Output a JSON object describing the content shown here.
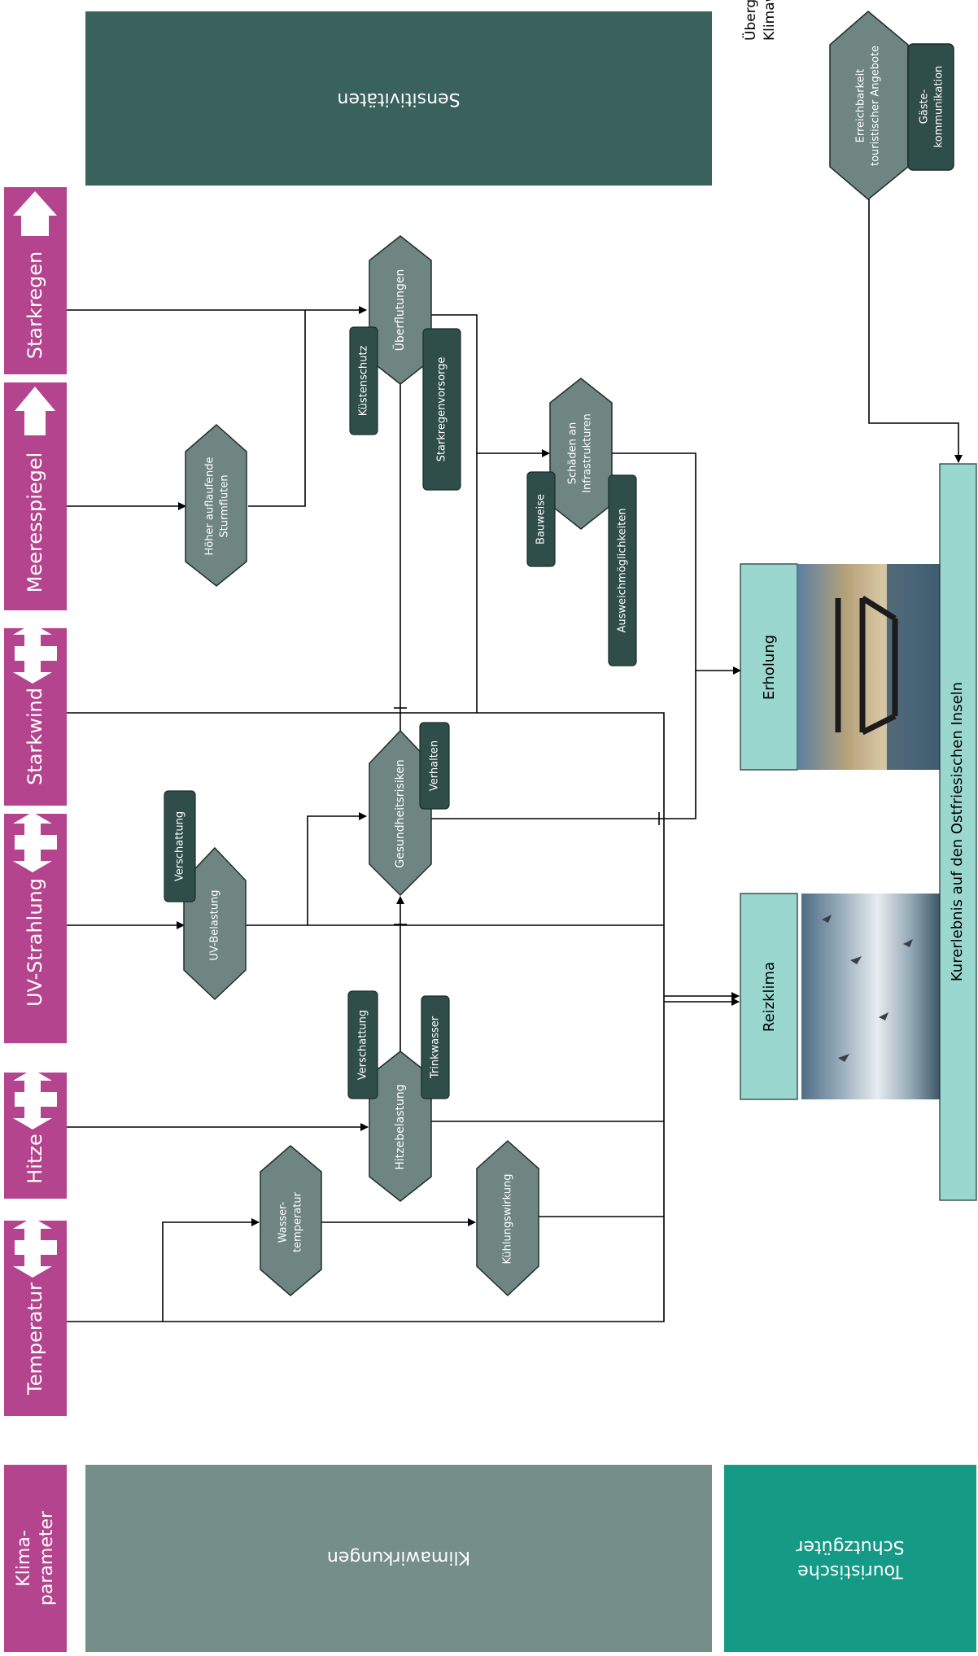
{
  "header": {
    "sensitivities": "Sensitivitäten",
    "overarching_line1": "Übergreifende",
    "overarching_line2": "Klimawirkung"
  },
  "overarching": {
    "reachability_line1": "Erreichbarkeit",
    "reachability_line2": "touristischer Angebote",
    "guest_comm_line1": "Gäste-",
    "guest_comm_line2": "kommunikation"
  },
  "parameters": {
    "starkregen": "Starkregen",
    "meeresspiegel": "Meeresspiegel",
    "starkwind": "Starkwind",
    "uv": "UV-Strahlung",
    "hitze": "Hitze",
    "temperatur": "Temperatur"
  },
  "impacts": {
    "ueberflutungen": "Überflutungen",
    "sturmfluten_line1": "Höher auflaufende",
    "sturmfluten_line2": "Sturmfluten",
    "schaeden_line1": "Schäden an",
    "schaeden_line2": "Infrastrukturen",
    "gesundheit": "Gesundheitsrisiken",
    "uv_belastung": "UV-Belastung",
    "hitzebelastung": "Hitzebelastung",
    "wassertemp_line1": "Wasser-",
    "wassertemp_line2": "temperatur",
    "kuehlung": "Kühlungswirkung"
  },
  "sensitivity_labels": {
    "kuestenschutz": "Küstenschutz",
    "starkregenvorsorge": "Starkregenvorsorge",
    "bauweise": "Bauweise",
    "ausweich": "Ausweichmöglichkeiten",
    "verhalten": "Verhalten",
    "verschattung_uv": "Verschattung",
    "verschattung_hitze": "Verschattung",
    "trinkwasser": "Trinkwasser"
  },
  "goods": {
    "erholung": "Erholung",
    "reizklima": "Reizklima",
    "kurerlebnis": "Kurerlebnis auf den Ostfriesischen Inseln"
  },
  "legend": {
    "klima_line1": "Klima-",
    "klima_line2": "parameter",
    "klimawirkungen": "Klimawirkungen",
    "schutz_line1": "Touristische",
    "schutz_line2": "Schutzgüter"
  },
  "colors": {
    "parameter": "#b4448e",
    "sensitivity_banner": "#3a625d",
    "impact": "#6e8582",
    "sensitivity_box": "#2f4e4a",
    "good": "#9ad8cf",
    "legend_impacts": "#758e8a",
    "legend_goods": "#159a86"
  }
}
